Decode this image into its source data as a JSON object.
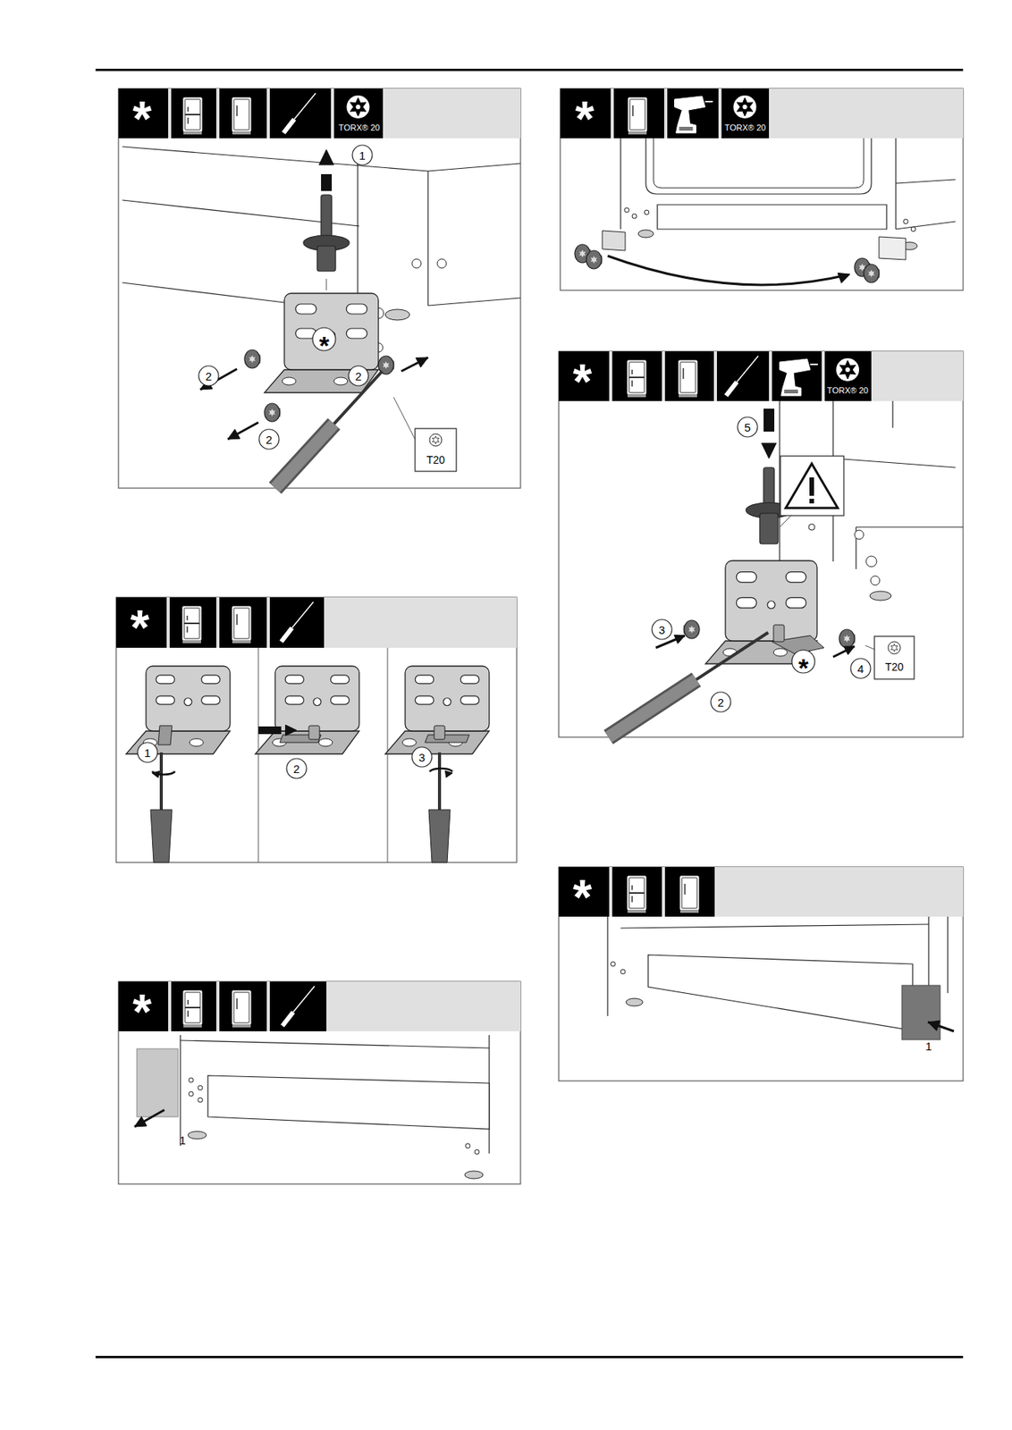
{
  "diagram": {
    "labels": [
      "*",
      "TORX® 20",
      "1",
      "2",
      "2",
      "2",
      "T20",
      "*",
      "*",
      "1",
      "2",
      "3",
      "*",
      "1",
      "*",
      "TORX® 20",
      "*",
      "TORX® 20",
      "5",
      "3",
      "4",
      "T20",
      "*",
      "2",
      "*",
      "1"
    ]
  }
}
